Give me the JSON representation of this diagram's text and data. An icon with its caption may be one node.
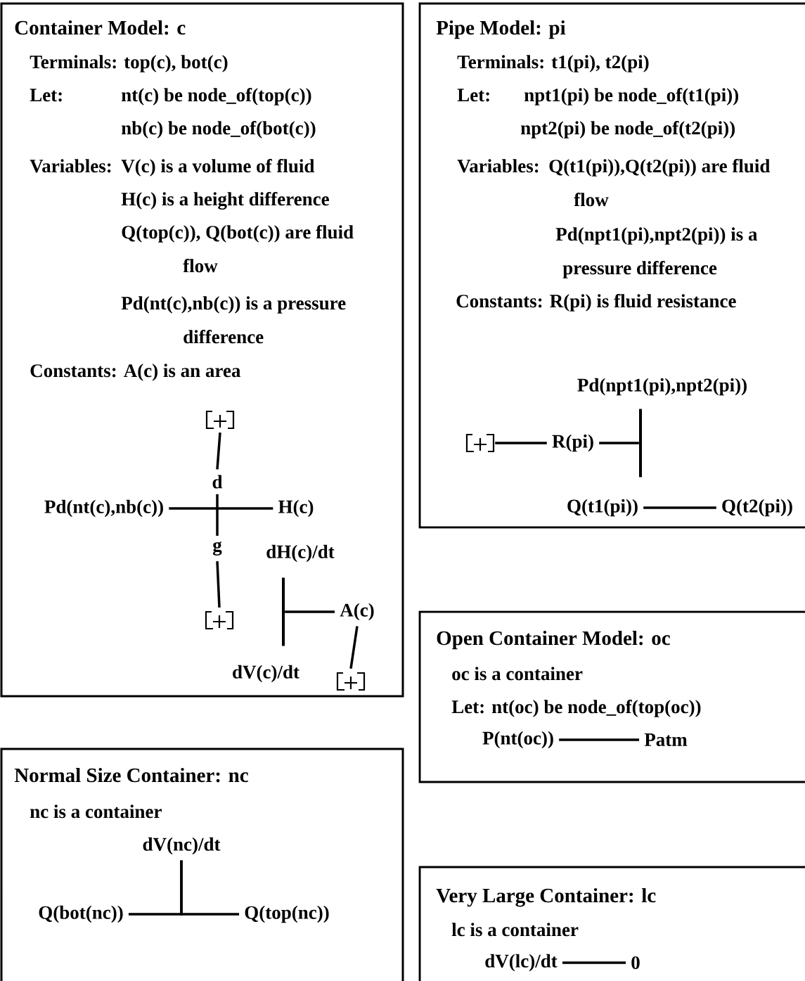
{
  "diagram": {
    "nodes": [
      {
        "text": [
          "Container Model: c",
          "Terminals: top(c), bot(c)",
          "Let:",
          "nt(c) be node_of(top(c))",
          "nb(c) be node_of(bot(c))",
          "Variables:",
          "V(c) is a volume of fluid",
          "H(c) is a height difference",
          "Q(top(c)), Q(bot(c)) are fluid flow",
          "Pd(nt(c),nb(c)) is a pressure difference",
          "Constants: A(c) is an area"
        ]
      },
      {
        "text": [],
        "shape": "box",
        "in": 0
      },
      {
        "text": [
          "d"
        ],
        "in": 0
      },
      {
        "text": [
          "Pd(nt(c),nb(c))"
        ],
        "in": 0
      },
      {
        "text": [
          "H(c)"
        ],
        "in": 0
      },
      {
        "text": [
          "g"
        ],
        "in": 0
      },
      {
        "text": [],
        "shape": "bar",
        "beside": [
          "dH(c)/dt",
          "dV(c)/dt"
        ],
        "in": 0
      },
      {
        "text": [],
        "shape": "box",
        "in": 0
      },
      {
        "text": [
          "A(c)"
        ],
        "in": 0
      },
      {
        "text": [],
        "shape": "box",
        "in": 0
      },
      {
        "text": [
          "Pipe Model: pi",
          "Terminals: t1(pi), t2(pi)",
          "Let:",
          "npt1(pi) be node_of(t1(pi))",
          "npt2(pi) be node_of(t2(pi))",
          "Variables:",
          "Q(t1(pi)),Q(t2(pi)) are fluid flow",
          "Pd(npt1(pi),npt2(pi)) is a pressure difference",
          "Constants: R(pi) is fluid resistance"
        ]
      },
      {
        "text": [],
        "shape": "bar",
        "beside": [
          "Pd(npt1(pi),npt2(pi))"
        ],
        "in": 10
      },
      {
        "text": [],
        "shape": "box",
        "in": 10
      },
      {
        "text": [
          "R(pi)"
        ],
        "in": 10
      },
      {
        "text": [
          "Q(t1(pi))"
        ],
        "in": 10
      },
      {
        "text": [
          "Q(t2(pi))"
        ],
        "in": 10
      },
      {
        "text": [
          "Open Container Model: oc",
          "oc is a container",
          "Let: nt(oc) be node_of(top(oc))"
        ]
      },
      {
        "text": [
          "P(nt(oc))"
        ],
        "in": 16
      },
      {
        "text": [
          "Patm"
        ],
        "in": 16
      },
      {
        "text": [
          "Normal Size Container:  nc",
          "nc is a container"
        ]
      },
      {
        "text": [
          "dV(nc)/dt"
        ],
        "in": 19
      },
      {
        "text": [
          "Q(bot(nc))"
        ],
        "in": 19
      },
      {
        "text": [
          "Q(top(nc))"
        ],
        "in": 19
      },
      {
        "text": [
          "Very Large Container:  lc",
          "lc is a container"
        ]
      },
      {
        "text": [
          "dV(lc)/dt"
        ],
        "in": 23
      },
      {
        "text": [
          "0"
        ],
        "in": 23
      }
    ],
    "edges": [
      {
        "from": 1,
        "to": 2,
        "arrow": "none"
      },
      {
        "from": 2,
        "to": 5,
        "arrow": "none"
      },
      {
        "from": 3,
        "to": 4,
        "arrow": "none"
      },
      {
        "from": 5,
        "to": 7,
        "arrow": "none"
      },
      {
        "from": 6,
        "to": 8,
        "arrow": "none"
      },
      {
        "from": 8,
        "to": 9,
        "arrow": "none"
      },
      {
        "from": 12,
        "to": 13,
        "arrow": "none"
      },
      {
        "from": 13,
        "to": 11,
        "arrow": "none"
      },
      {
        "from": 14,
        "to": 15,
        "arrow": "none"
      },
      {
        "from": 17,
        "to": 18,
        "arrow": "none"
      },
      {
        "from": 20,
        "to": 21,
        "arrow": "none"
      },
      {
        "from": 20,
        "to": 22,
        "arrow": "none"
      },
      {
        "from": 24,
        "to": 25,
        "arrow": "none"
      }
    ]
  }
}
